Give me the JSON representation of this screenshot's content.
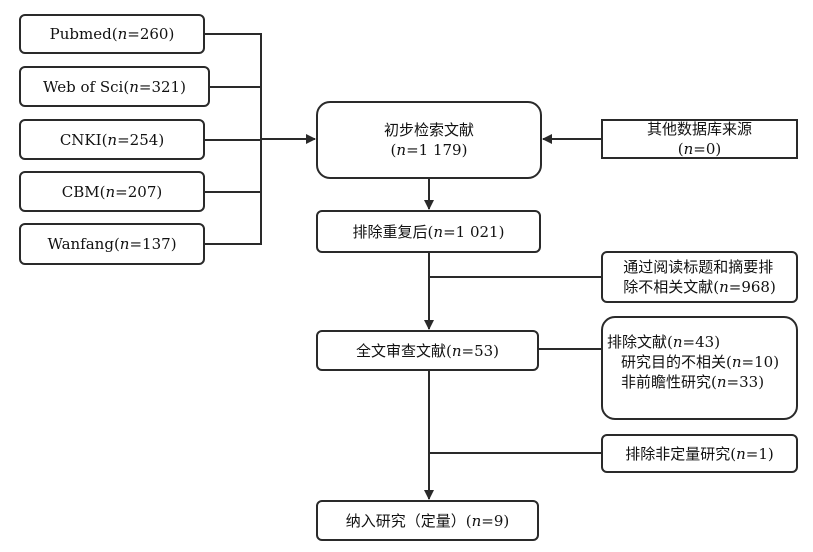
{
  "sources": [
    {
      "name": "Pubmed",
      "n": "260"
    },
    {
      "name": "Web of Sci",
      "n": "321"
    },
    {
      "name": "CNKI",
      "n": "254"
    },
    {
      "name": "CBM",
      "n": "207"
    },
    {
      "name": "Wanfang",
      "n": "137"
    }
  ],
  "n_symbol": "n",
  "initial": {
    "title": "初步检索文献",
    "n": "1 179"
  },
  "other": {
    "title": "其他数据库来源",
    "n": "0"
  },
  "dedup": {
    "title": "排除重复后",
    "n": "1 021"
  },
  "exclude_abstract": {
    "line1": "通过阅读标题和摘要排",
    "line2": "除不相关文献",
    "n": "968"
  },
  "fulltext": {
    "title": "全文审查文献",
    "n": "53"
  },
  "exclude_fulltext": {
    "title": "排除文献",
    "n": "43",
    "reasons": [
      {
        "label": "研究目的不相关",
        "n": "10"
      },
      {
        "label": "非前瞻性研究",
        "n": "33"
      }
    ]
  },
  "exclude_quant": {
    "title": "排除非定量研究",
    "n": "1"
  },
  "included": {
    "title": "纳入研究（定量）",
    "n": "9"
  }
}
